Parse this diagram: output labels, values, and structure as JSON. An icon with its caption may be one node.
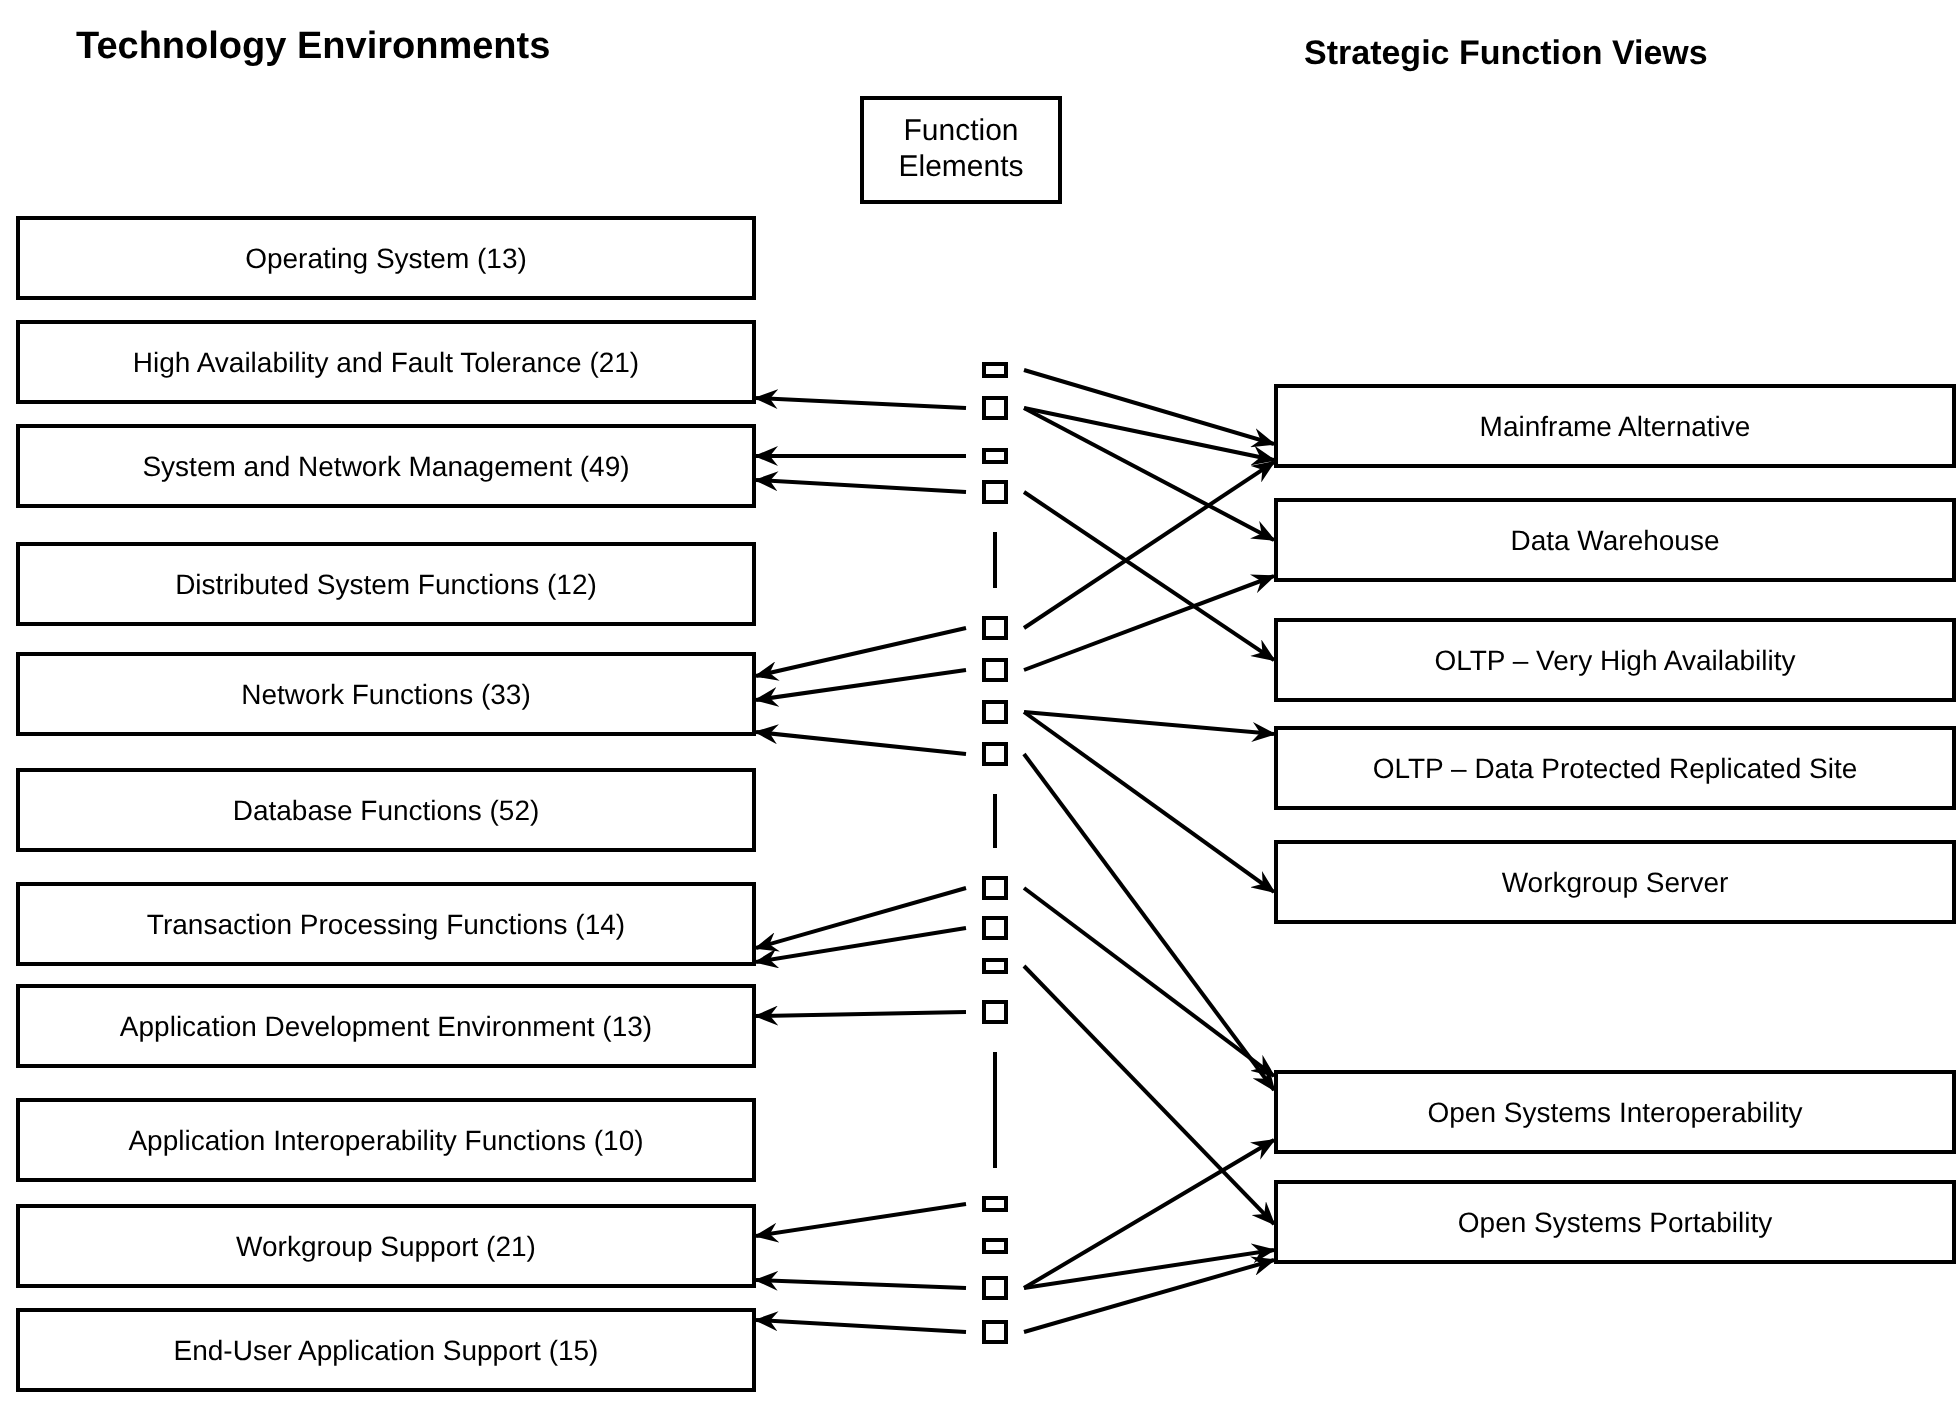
{
  "diagram": {
    "nodes": [
      {
        "text": [
          "Function Elements"
        ]
      },
      {
        "text": [
          "Operating System (13)"
        ]
      },
      {
        "text": [
          "High Availability and Fault Tolerance (21)"
        ]
      },
      {
        "text": [
          "System and Network Management (49)"
        ]
      },
      {
        "text": [
          "Distributed System Functions (12)"
        ]
      },
      {
        "text": [
          "Network Functions (33)"
        ]
      },
      {
        "text": [
          "Database Functions (52)"
        ]
      },
      {
        "text": [
          "Transaction Processing Functions (14)"
        ]
      },
      {
        "text": [
          "Application Development Environment (13)"
        ]
      },
      {
        "text": [
          "Application Interoperability Functions (10)"
        ]
      },
      {
        "text": [
          "Workgroup Support (21)"
        ]
      },
      {
        "text": [
          "End-User Application Support (15)"
        ]
      },
      {
        "text": [
          "Mainframe Alternative"
        ]
      },
      {
        "text": [
          "Data Warehouse"
        ]
      },
      {
        "text": [
          "OLTP – Very High Availability"
        ]
      },
      {
        "text": [
          "OLTP – Data Protected Replicated Site"
        ]
      },
      {
        "text": [
          "Workgroup Server"
        ]
      },
      {
        "text": [
          "Open Systems Interoperability"
        ]
      },
      {
        "text": [
          "Open Systems Portability"
        ]
      },
      {
        "text": [],
        "shape": "box"
      },
      {
        "text": [],
        "shape": "box"
      },
      {
        "text": [],
        "shape": "box"
      },
      {
        "text": [],
        "shape": "box"
      },
      {
        "text": [],
        "shape": "box"
      },
      {
        "text": [],
        "shape": "box"
      },
      {
        "text": [],
        "shape": "box"
      },
      {
        "text": [],
        "shape": "box"
      },
      {
        "text": [],
        "shape": "box"
      },
      {
        "text": [],
        "shape": "box"
      },
      {
        "text": [],
        "shape": "box"
      },
      {
        "text": [],
        "shape": "box"
      },
      {
        "text": [],
        "shape": "box"
      },
      {
        "text": [],
        "shape": "box"
      },
      {
        "text": [],
        "shape": "box"
      },
      {
        "text": [],
        "shape": "box"
      }
    ],
    "edges": [
      {
        "from": 20,
        "to": 2,
        "arrow": "to"
      },
      {
        "from": 21,
        "to": 3,
        "arrow": "to"
      },
      {
        "from": 22,
        "to": 3,
        "arrow": "to"
      },
      {
        "from": 19,
        "to": 12,
        "arrow": "to"
      },
      {
        "from": 20,
        "to": 12,
        "arrow": "to"
      },
      {
        "from": 20,
        "to": 13,
        "arrow": "to"
      },
      {
        "from": 22,
        "to": 14,
        "arrow": "to"
      },
      {
        "from": 23,
        "to": 12,
        "arrow": "to"
      },
      {
        "from": 24,
        "to": 13,
        "arrow": "to"
      },
      {
        "from": 23,
        "to": 5,
        "arrow": "to"
      },
      {
        "from": 24,
        "to": 5,
        "arrow": "to"
      },
      {
        "from": 26,
        "to": 5,
        "arrow": "to"
      },
      {
        "from": 25,
        "to": 15,
        "arrow": "to"
      },
      {
        "from": 25,
        "to": 16,
        "arrow": "to"
      },
      {
        "from": 26,
        "to": 17,
        "arrow": "to"
      },
      {
        "from": 27,
        "to": 17,
        "arrow": "to"
      },
      {
        "from": 29,
        "to": 18,
        "arrow": "to"
      },
      {
        "from": 27,
        "to": 7,
        "arrow": "to"
      },
      {
        "from": 28,
        "to": 7,
        "arrow": "to"
      },
      {
        "from": 30,
        "to": 8,
        "arrow": "to"
      },
      {
        "from": 31,
        "to": 10,
        "arrow": "to"
      },
      {
        "from": 33,
        "to": 10,
        "arrow": "to"
      },
      {
        "from": 34,
        "to": 11,
        "arrow": "to"
      },
      {
        "from": 33,
        "to": 17,
        "arrow": "to"
      },
      {
        "from": 33,
        "to": 18,
        "arrow": "to"
      },
      {
        "from": 34,
        "to": 18,
        "arrow": "to"
      },
      {
        "from": 22,
        "to": 23,
        "arrow": "none"
      },
      {
        "from": 26,
        "to": 27,
        "arrow": "none"
      },
      {
        "from": 30,
        "to": 31,
        "arrow": "none"
      }
    ],
    "labels": [
      "Technology Environments",
      "Strategic Function Views"
    ]
  }
}
